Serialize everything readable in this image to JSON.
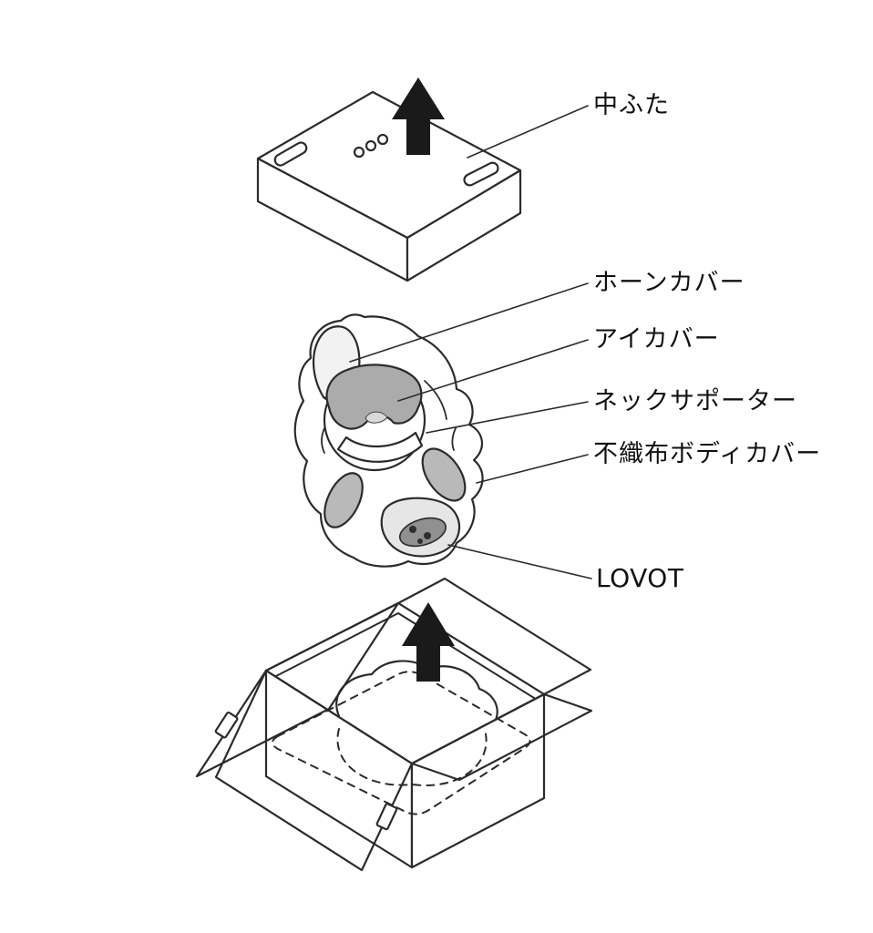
{
  "labels": {
    "inner_lid": "中ふた",
    "horn_cover": "ホーンカバー",
    "eye_cover": "アイカバー",
    "neck_supporter": "ネックサポーター",
    "body_cover": "不織布ボディカバー",
    "lovot": "LOVOT"
  },
  "icons": {
    "lift_arrow_top": "up-arrow",
    "lift_arrow_bottom": "up-arrow"
  },
  "colors": {
    "line": "#2b2b2b",
    "arrow": "#1a1a1a",
    "shade_light": "#f2f2f2",
    "shade_mid": "#ababab",
    "shade_wing": "#b9b9b9",
    "base_plate": "#e6e6e6",
    "base_pad": "#909090",
    "dots": "#2f2f2f"
  }
}
